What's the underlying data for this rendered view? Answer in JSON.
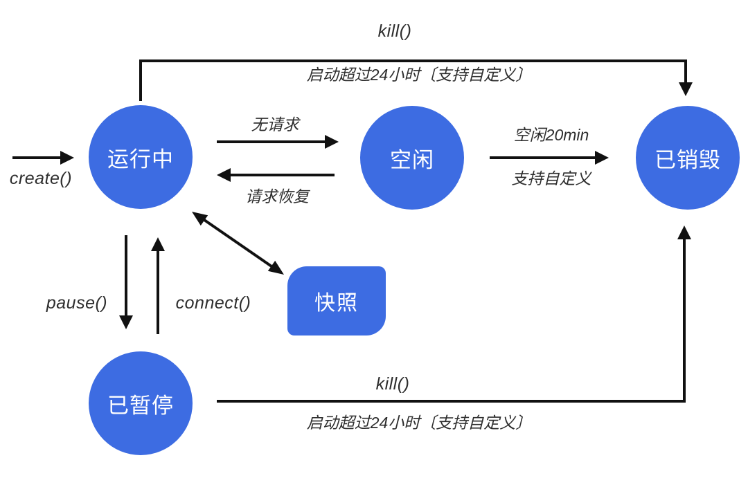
{
  "diagram": {
    "colors": {
      "node_fill": "#3D6CE2",
      "node_text": "#FFFFFF",
      "arrow": "#111111",
      "label_text": "#2E2E2E"
    },
    "nodes": {
      "running": {
        "label": "运行中"
      },
      "idle": {
        "label": "空闲"
      },
      "destroyed": {
        "label": "已销毁"
      },
      "paused": {
        "label": "已暂停"
      },
      "snapshot": {
        "label": "快照"
      }
    },
    "edges": {
      "create": {
        "label": "create()"
      },
      "kill_top": {
        "label": "kill()"
      },
      "timeout_top": {
        "label": "启动超过24小时〔支持自定义〕"
      },
      "no_request": {
        "label": "无请求"
      },
      "request_resume": {
        "label": "请求恢复"
      },
      "idle_20min": {
        "label": "空闲20min"
      },
      "custom_support": {
        "label": "支持自定义"
      },
      "pause": {
        "label": "pause()"
      },
      "connect": {
        "label": "connect()"
      },
      "kill_bottom": {
        "label": "kill()"
      },
      "timeout_bottom": {
        "label": "启动超过24小时〔支持自定义〕"
      }
    }
  }
}
